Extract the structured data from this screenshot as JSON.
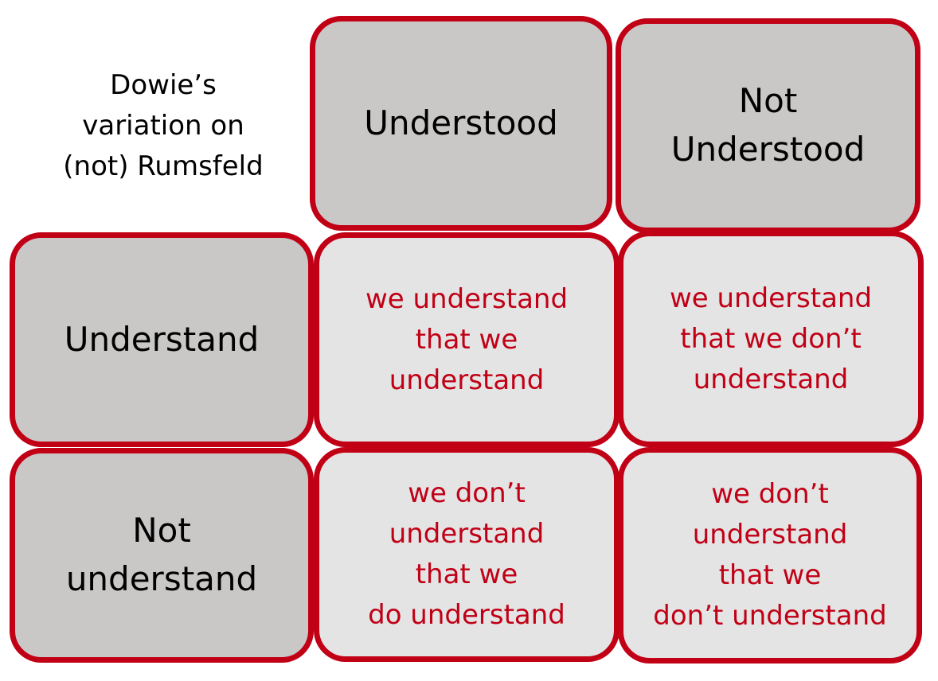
{
  "corner_label": "Dowie’s\nvariation on\n(not) Rumsfeld",
  "columns": [
    {
      "label": "Understood"
    },
    {
      "label": "Not\nUnderstood"
    }
  ],
  "rows": [
    {
      "label": "Understand"
    },
    {
      "label": "Not\nunderstand"
    }
  ],
  "cells": [
    [
      "we understand\nthat we\nunderstand",
      "we understand\nthat we don’t\nunderstand"
    ],
    [
      "we don’t\nunderstand\nthat we\ndo understand",
      "we don’t\nunderstand\nthat we\ndon’t understand"
    ]
  ],
  "colors": {
    "border": "#c10016",
    "header_fill": "#c9c8c7",
    "cell_fill": "#e4e4e4",
    "cell_text": "#c10016",
    "header_text": "#000000"
  }
}
